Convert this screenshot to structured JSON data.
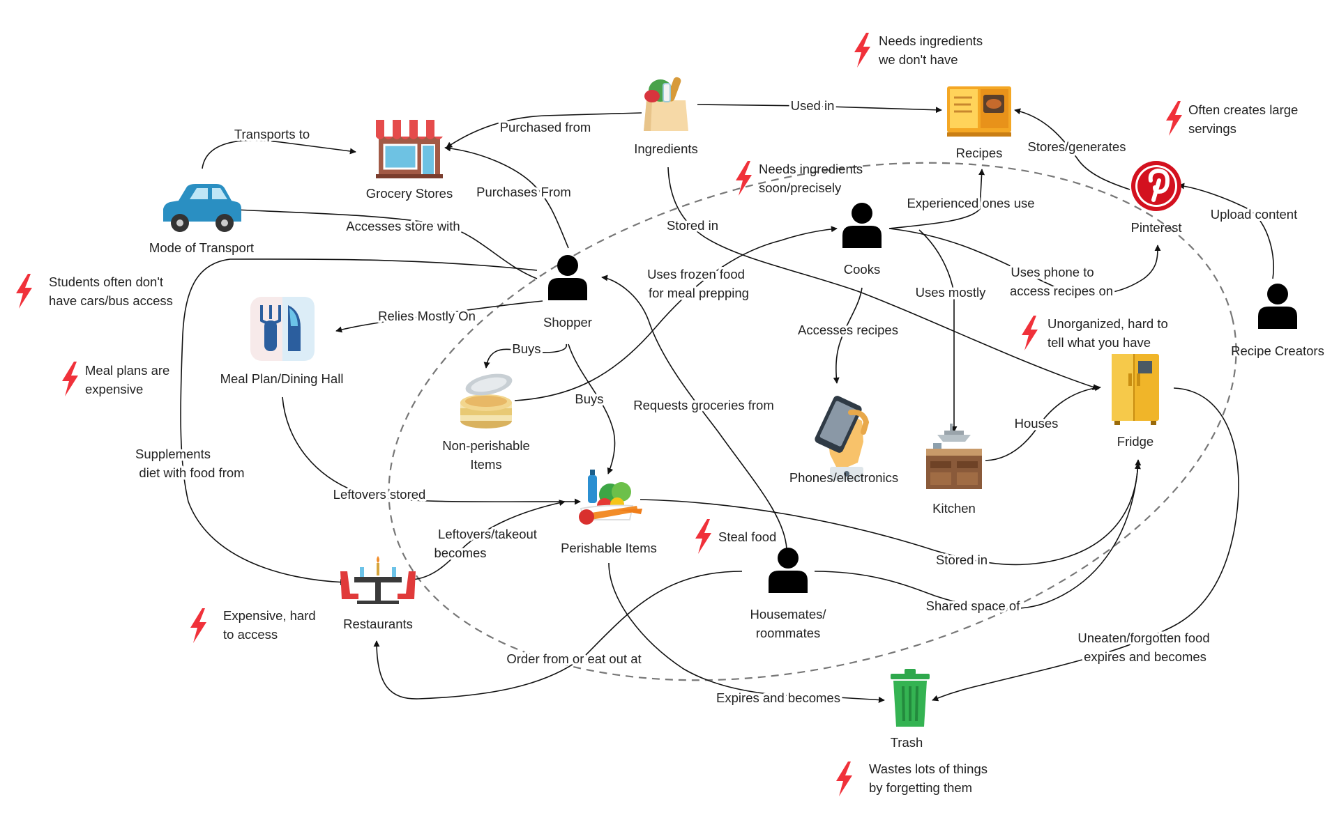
{
  "nodes": {
    "ingredients": "Ingredients",
    "recipes": "Recipes",
    "grocery_stores": "Grocery Stores",
    "mode_of_transport": "Mode of Transport",
    "pinterest": "Pinterest",
    "shopper": "Shopper",
    "cooks": "Cooks",
    "recipe_creators": "Recipe Creators",
    "meal_plan": "Meal Plan/Dining Hall",
    "non_perishable": [
      "Non-perishable",
      "Items"
    ],
    "perishable": "Perishable Items",
    "phones": "Phones/electronics",
    "kitchen": "Kitchen",
    "fridge": "Fridge",
    "restaurants": "Restaurants",
    "housemates": [
      "Housemates/",
      "roommates"
    ],
    "trash": "Trash"
  },
  "edges": {
    "transports_to": "Transports to",
    "purchased_from": "Purchased from",
    "used_in": "Used in",
    "stores_generates": "Stores/generates",
    "purchases_from": "Purchases From",
    "accesses_store_with": "Accesses store with",
    "stored_in_ingredients": "Stored in",
    "experienced_ones_use": "Experienced ones use",
    "upload_content": "Upload content",
    "uses_frozen_food": [
      "Uses frozen food",
      "for meal prepping"
    ],
    "uses_phone": [
      "Uses phone to",
      "access recipes on"
    ],
    "uses_mostly": "Uses mostly",
    "relies_mostly_on": "Relies Mostly On",
    "buys_nonperishable": "Buys",
    "buys_perishable": "Buys",
    "accesses_recipes": "Accesses recipes",
    "requests_groceries_from": "Requests groceries from",
    "houses": "Houses",
    "supplements_diet": [
      "Supplements",
      "diet with food from"
    ],
    "leftovers_stored": "Leftovers stored",
    "leftovers_takeout": [
      "Leftovers/takeout",
      "becomes"
    ],
    "stored_in_perishable": "Stored in",
    "shared_space_of": "Shared space of",
    "order_from": "Order from or eat out at",
    "expires_and_becomes": "Expires and becomes",
    "uneaten_forgotten": [
      "Uneaten/forgotten food",
      "expires and becomes"
    ]
  },
  "pain_points": {
    "needs_ingredients_we_dont_have": [
      "Needs ingredients",
      "we don't have"
    ],
    "large_servings": [
      "Often creates large",
      "servings"
    ],
    "needs_ingredients_soon": [
      "Needs ingredients",
      "soon/precisely"
    ],
    "no_cars": [
      "Students often don't",
      "have cars/bus access"
    ],
    "meal_plans_expensive": [
      "Meal plans are",
      "expensive"
    ],
    "unorganized": [
      "Unorganized, hard to",
      "tell what you have"
    ],
    "steal_food": "Steal food",
    "restaurants_expensive": [
      "Expensive, hard",
      "to access"
    ],
    "wastes": [
      "Wastes lots of things",
      "by forgetting them"
    ]
  },
  "colors": {
    "bolt": "#f0313a",
    "pinterest": "#d3111f",
    "grocery_awning": "#e54b4b",
    "car": "#2a8fc2",
    "meal_plan_tile": "#f7eaea",
    "meal_plan_blue": "#2b5e9e",
    "recipes_book": "#f4a724",
    "fridge": "#f0b529",
    "trash": "#2ea84c",
    "restaurant_red": "#e03a3a",
    "loop_dash": "#777777"
  },
  "icons": {
    "ingredients": "grocery-bag-icon",
    "recipes": "open-recipe-book-icon",
    "grocery_stores": "storefront-icon",
    "mode_of_transport": "car-icon",
    "pinterest": "pinterest-logo-icon",
    "people": "person-icon",
    "meal_plan": "fork-knife-tile-icon",
    "non_perishable": "tin-can-icon",
    "perishable": "fresh-produce-icon",
    "phones": "hand-holding-phone-icon",
    "kitchen": "kitchen-stove-icon",
    "fridge": "refrigerator-icon",
    "restaurants": "restaurant-table-icon",
    "trash": "trash-can-icon",
    "pain": "lightning-bolt-icon"
  }
}
